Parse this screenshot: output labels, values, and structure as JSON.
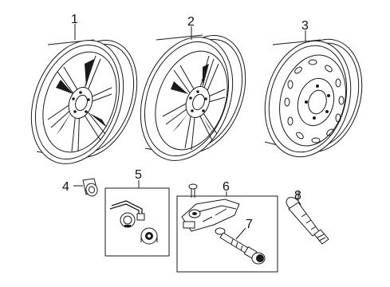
{
  "diagram": {
    "parts": [
      {
        "callout": "1",
        "item": "alloy-wheel-a"
      },
      {
        "callout": "2",
        "item": "alloy-wheel-b"
      },
      {
        "callout": "3",
        "item": "steel-spare-wheel"
      },
      {
        "callout": "4",
        "item": "lug-nut"
      },
      {
        "callout": "5",
        "item": "wheel-lock-kit"
      },
      {
        "callout": "6",
        "item": "tpms-sensor-assembly"
      },
      {
        "callout": "7",
        "item": "tpms-valve-stem"
      },
      {
        "callout": "8",
        "item": "valve-stem"
      }
    ]
  }
}
